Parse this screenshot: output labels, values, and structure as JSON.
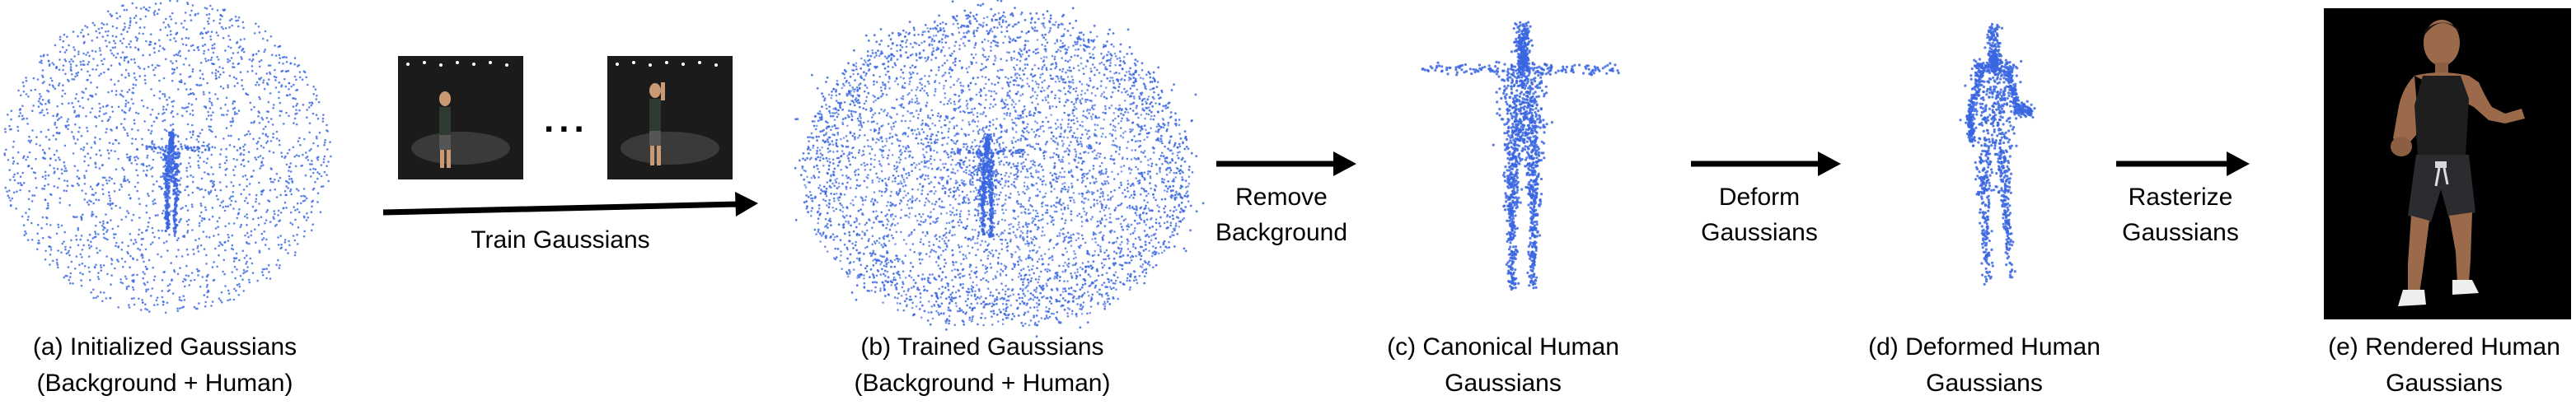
{
  "stages": [
    {
      "id": "a",
      "caption_line1": "(a) Initialized Gaussians",
      "caption_line2": "(Background + Human)"
    },
    {
      "id": "b",
      "caption_line1": "(b) Trained Gaussians",
      "caption_line2": "(Background + Human)"
    },
    {
      "id": "c",
      "caption_line1": "(c) Canonical Human",
      "caption_line2": "Gaussians"
    },
    {
      "id": "d",
      "caption_line1": "(d) Deformed Human",
      "caption_line2": "Gaussians"
    },
    {
      "id": "e",
      "caption_line1": "(e) Rendered Human",
      "caption_line2": "Gaussians"
    }
  ],
  "arrows": [
    {
      "id": "train",
      "line1": "Train Gaussians",
      "line2": ""
    },
    {
      "id": "remove",
      "line1": "Remove",
      "line2": "Background"
    },
    {
      "id": "deform",
      "line1": "Deform",
      "line2": "Gaussians"
    },
    {
      "id": "rasterize",
      "line1": "Rasterize",
      "line2": "Gaussians"
    }
  ],
  "ellipsis": "...",
  "colors": {
    "gaussian": "#3a66e0",
    "arrow": "#000000",
    "photo_bg": "#1b1b1b",
    "render_bg": "#000000"
  }
}
